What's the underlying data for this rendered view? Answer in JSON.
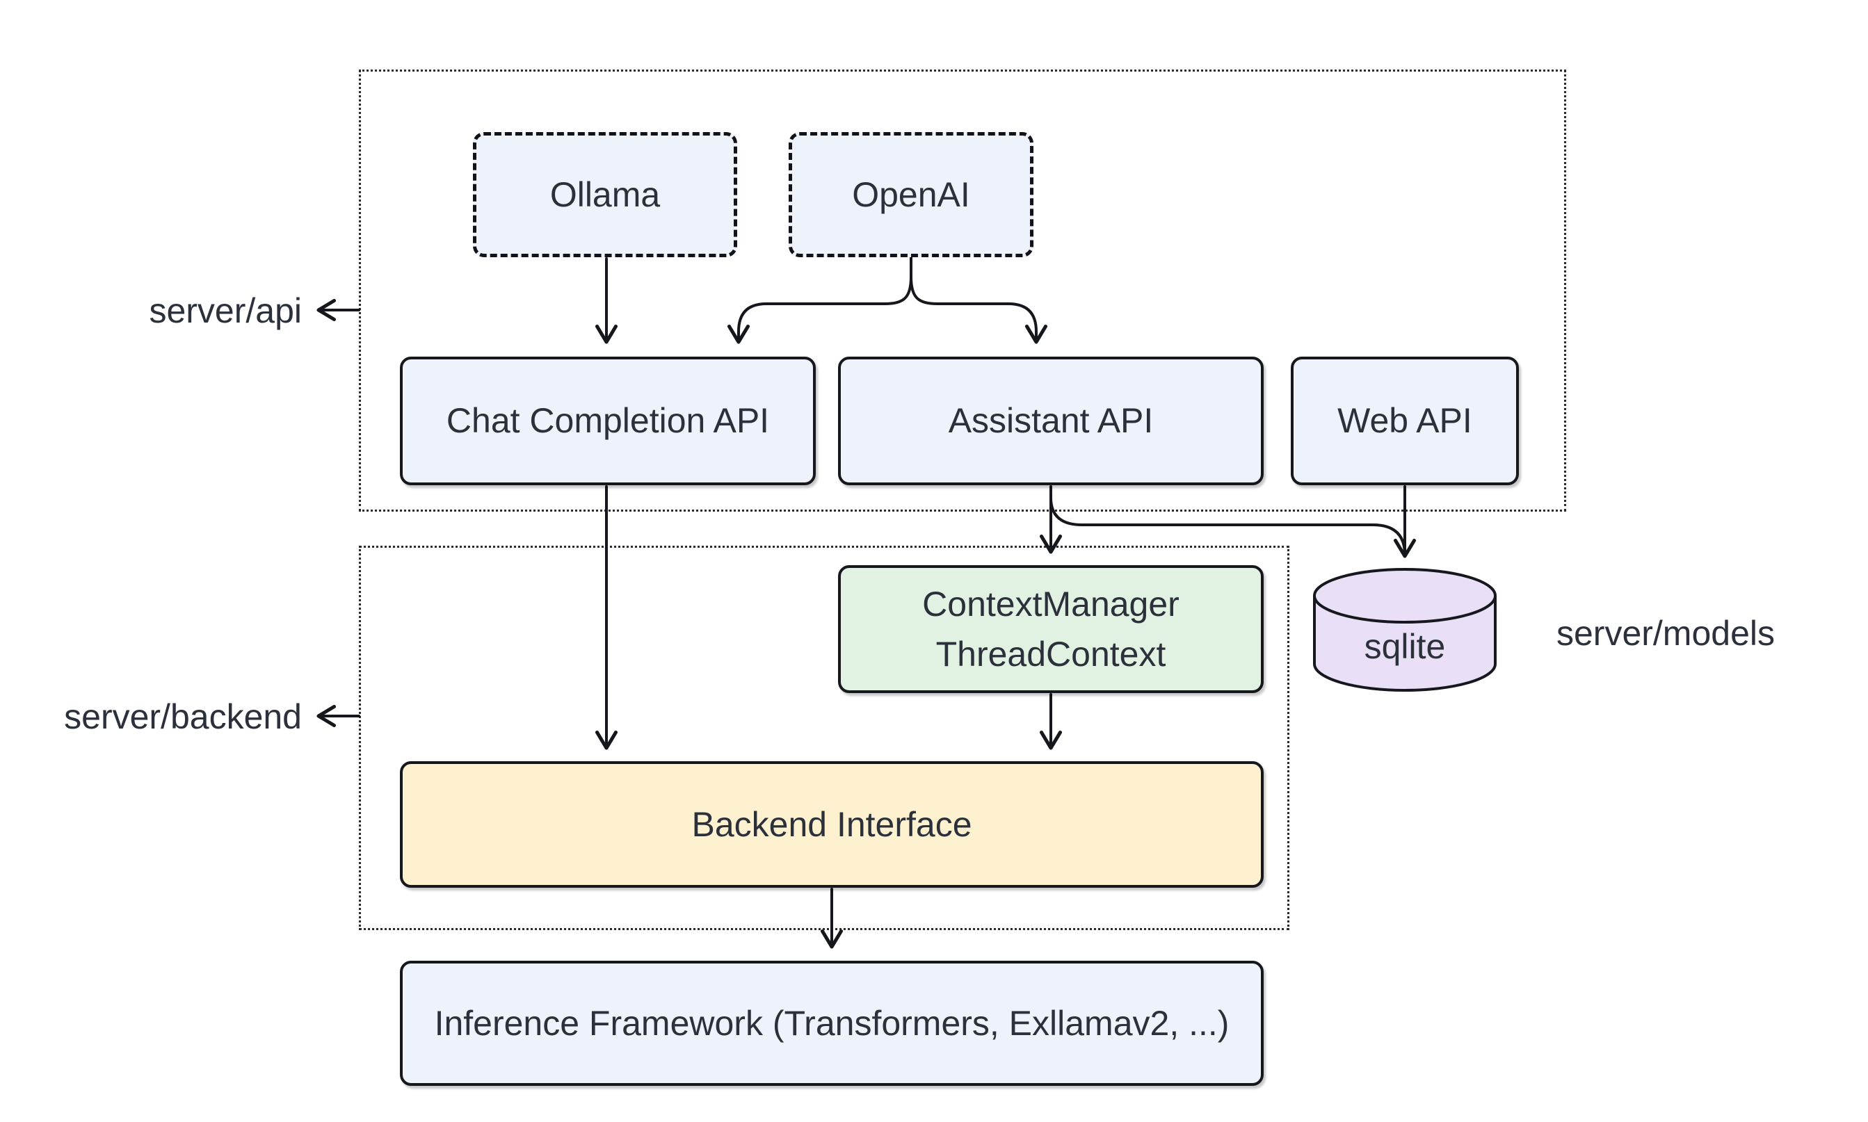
{
  "diagram": {
    "groups": {
      "api": {
        "label": "server/api"
      },
      "backend": {
        "label": "server/backend"
      },
      "models": {
        "label": "server/models"
      }
    },
    "nodes": {
      "ollama": {
        "label": "Ollama",
        "shape": "dashed-rect",
        "fill": "#edf2fb"
      },
      "openai": {
        "label": "OpenAI",
        "shape": "dashed-rect",
        "fill": "#edf2fb"
      },
      "chat_completion": {
        "label": "Chat Completion API",
        "shape": "rect",
        "fill": "#edf2fb"
      },
      "assistant": {
        "label": "Assistant API",
        "shape": "rect",
        "fill": "#edf2fb"
      },
      "web_api": {
        "label": "Web API",
        "shape": "rect",
        "fill": "#edf2fb"
      },
      "context_manager": {
        "label": "ContextManager\nThreadContext",
        "shape": "rect",
        "fill": "#e1f2e2"
      },
      "sqlite": {
        "label": "sqlite",
        "shape": "cylinder",
        "fill": "#e9e0f7"
      },
      "backend_interface": {
        "label": "Backend Interface",
        "shape": "rect",
        "fill": "#fdf1cf"
      },
      "inference": {
        "label": "Inference Framework (Transformers, Exllamav2, ...)",
        "shape": "rect",
        "fill": "#edf2fb"
      }
    },
    "edges": [
      {
        "from": "Ollama",
        "to": "Chat Completion API"
      },
      {
        "from": "OpenAI",
        "to": "Chat Completion API"
      },
      {
        "from": "OpenAI",
        "to": "Assistant API"
      },
      {
        "from": "Chat Completion API",
        "to": "Backend Interface"
      },
      {
        "from": "Assistant API",
        "to": "ContextManager ThreadContext"
      },
      {
        "from": "Assistant API",
        "to": "sqlite"
      },
      {
        "from": "Web API",
        "to": "sqlite"
      },
      {
        "from": "ContextManager ThreadContext",
        "to": "Backend Interface"
      },
      {
        "from": "Backend Interface",
        "to": "Inference Framework (Transformers, Exllamav2, ...)"
      }
    ],
    "colors": {
      "node_blue": "#edf2fb",
      "node_green": "#e1f2e2",
      "node_yellow": "#fdf1cf",
      "node_purple": "#e9e0f7",
      "stroke": "#15171c",
      "text": "#2b303b",
      "background": "#ffffff"
    }
  }
}
